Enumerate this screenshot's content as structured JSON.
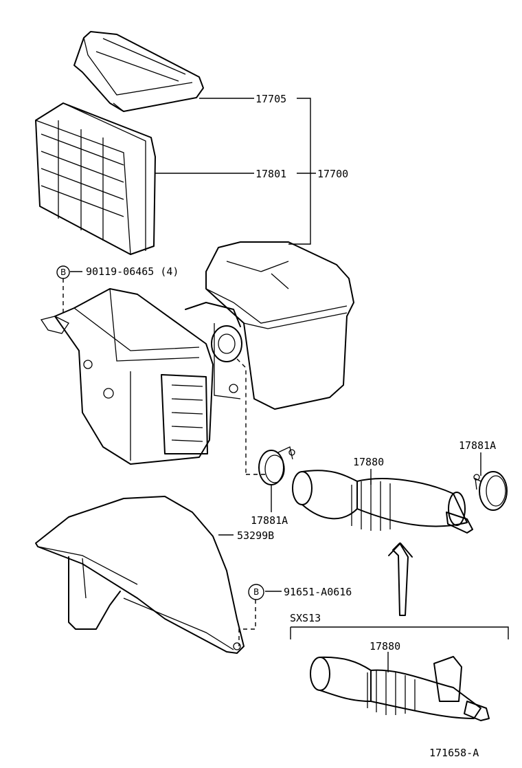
{
  "labels": {
    "p17705": "17705",
    "p17801": "17801",
    "p17700": "17700",
    "p90119": "90119-06465 (4)",
    "p17880": "17880",
    "p17881A_right": "17881A",
    "p17881A_left": "17881A",
    "p53299B": "53299B",
    "p91651": "91651-A0616",
    "variant": "SXS13",
    "p17880_variant": "17880",
    "figure_id": "171658-A"
  },
  "badges": {
    "bolt_upper": "B",
    "bolt_lower": "B"
  }
}
